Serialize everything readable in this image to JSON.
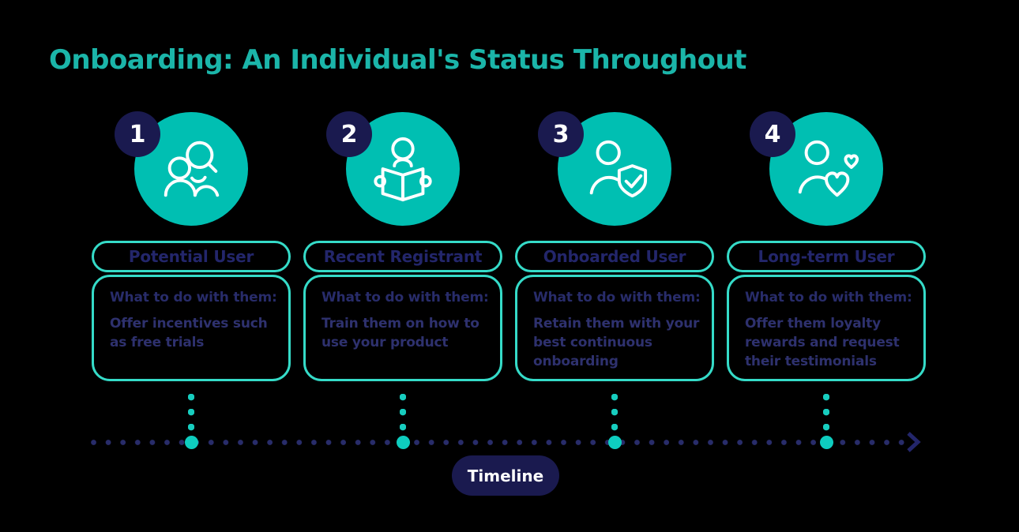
{
  "title": "Onboarding: An Individual's Status Throughout",
  "colors": {
    "title_teal": "#1BB5A9",
    "circle_teal": "#00BFB2",
    "pill_border_teal": "#35DBC8",
    "navy": "#1A1A4F",
    "text_navy": "#282C6A",
    "milestone_teal": "#0ECDBF",
    "background": "#000000"
  },
  "stages": [
    {
      "number": "1",
      "icon": "people-search-icon",
      "label": "Potential User",
      "action_heading": "What to do with them:",
      "action": "Offer incentives such as free trials"
    },
    {
      "number": "2",
      "icon": "reading-book-icon",
      "label": "Recent Registrant",
      "action_heading": "What to do with them:",
      "action": "Train them on how to use your product"
    },
    {
      "number": "3",
      "icon": "shield-check-user-icon",
      "label": "Onboarded User",
      "action_heading": "What to do with them:",
      "action": "Retain them with your best continuous onboarding"
    },
    {
      "number": "4",
      "icon": "hearts-user-icon",
      "label": "Long-term User",
      "action_heading": "What to do with them:",
      "action": "Offer them loyalty rewards and request their testimonials"
    }
  ],
  "timeline": {
    "label": "Timeline"
  }
}
